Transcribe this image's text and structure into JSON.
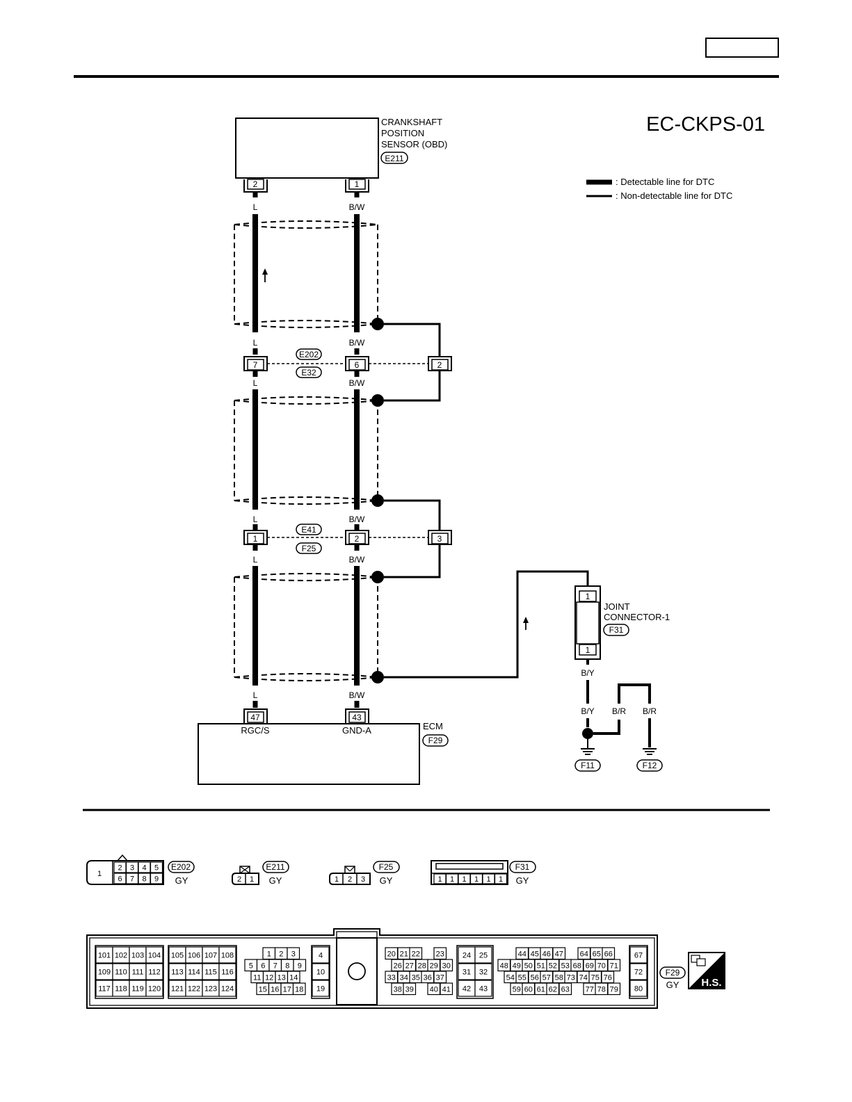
{
  "header": {
    "page_box_text": ""
  },
  "diagram_id": "EC-CKPS-01",
  "legend": {
    "detectable": ": Detectable line for DTC",
    "non_detectable": ": Non-detectable line for DTC"
  },
  "sensor": {
    "name_line1": "CRANKSHAFT",
    "name_line2": "POSITION",
    "name_line3": "SENSOR (OBD)",
    "connector": "E211",
    "pin_left": "2",
    "pin_right": "1"
  },
  "wire_colors": {
    "left": "L",
    "right": "B/W",
    "joint_out": "B/Y",
    "ground": "B/R"
  },
  "connectors": {
    "e202_e32": {
      "top": "E202",
      "bottom": "E32",
      "pin_left": "7",
      "pin_mid": "6",
      "pin_shield": "2"
    },
    "e41_f25": {
      "top": "E41",
      "bottom": "F25",
      "pin_left": "1",
      "pin_mid": "2",
      "pin_shield": "3"
    }
  },
  "ecm": {
    "name": "ECM",
    "connector": "F29",
    "pin_left": "47",
    "pin_right": "43",
    "term_left": "RGC/S",
    "term_right": "GND-A"
  },
  "joint": {
    "name_line1": "JOINT",
    "name_line2": "CONNECTOR-1",
    "connector": "F31",
    "pin_top": "1",
    "pin_bottom": "1"
  },
  "grounds": {
    "left": "F11",
    "right": "F12"
  },
  "connector_views": {
    "color": "GY",
    "e202": {
      "id": "E202",
      "pin_single": "1",
      "row1": [
        "2",
        "3",
        "4",
        "5"
      ],
      "row2": [
        "6",
        "7",
        "8",
        "9"
      ]
    },
    "e211": {
      "id": "E211",
      "pins": [
        "2",
        "1"
      ]
    },
    "f25": {
      "id": "F25",
      "pins": [
        "1",
        "2",
        "3"
      ]
    },
    "f31": {
      "id": "F31",
      "pins": [
        "1",
        "1",
        "1",
        "1",
        "1",
        "1"
      ]
    },
    "f29": {
      "id": "F29",
      "block_a": [
        [
          "101",
          "102",
          "103",
          "104"
        ],
        [
          "109",
          "110",
          "111",
          "112"
        ],
        [
          "117",
          "118",
          "119",
          "120"
        ]
      ],
      "block_b": [
        [
          "105",
          "106",
          "107",
          "108"
        ],
        [
          "113",
          "114",
          "115",
          "116"
        ],
        [
          "121",
          "122",
          "123",
          "124"
        ]
      ],
      "block_c": [
        [
          "1",
          "2",
          "3"
        ],
        [
          "5",
          "6",
          "7",
          "8",
          "9"
        ],
        [
          "11",
          "12",
          "13",
          "14"
        ],
        [
          "15",
          "16",
          "17",
          "18"
        ]
      ],
      "block_d": [
        "4",
        "10",
        "19"
      ],
      "block_e": [
        [
          "20",
          "21",
          "22",
          "23"
        ],
        [
          "26",
          "27",
          "28",
          "29",
          "30"
        ],
        [
          "33",
          "34",
          "35",
          "36",
          "37"
        ],
        [
          "38",
          "39",
          "40",
          "41"
        ]
      ],
      "block_f": [
        [
          "24",
          "25"
        ],
        [
          "31",
          "32"
        ],
        [
          "42",
          "43"
        ]
      ],
      "block_g": [
        [
          "44",
          "45",
          "46",
          "47",
          "64",
          "65",
          "66"
        ],
        [
          "48",
          "49",
          "50",
          "51",
          "52",
          "53",
          "68",
          "69",
          "70",
          "71"
        ],
        [
          "54",
          "55",
          "56",
          "57",
          "58",
          "73",
          "74",
          "75",
          "76"
        ],
        [
          "59",
          "60",
          "61",
          "62",
          "63",
          "77",
          "78",
          "79"
        ]
      ],
      "block_h": [
        "67",
        "72",
        "80"
      ]
    },
    "hs_logo": "H.S."
  }
}
